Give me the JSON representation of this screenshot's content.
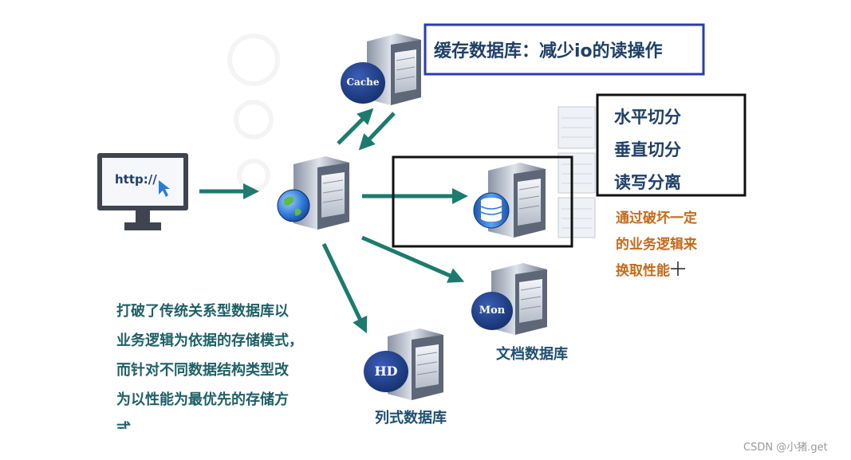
{
  "top_box": {
    "text": "缓存数据库：减少io的读操作",
    "border_color": "#2b3bb0"
  },
  "sharding_box": {
    "items": [
      "水平切分",
      "垂直切分",
      "读写分离"
    ]
  },
  "note_right": {
    "lines": [
      "通过破坏一定",
      "的业务逻辑来",
      "换取性能"
    ]
  },
  "note_left": {
    "lines": [
      "打破了传统关系型数据库以",
      "业务逻辑为依据的存储模式，",
      "而针对不同数据结构类型改",
      "为以性能为最优先的存储方",
      "式"
    ]
  },
  "monitor": {
    "url": "http://"
  },
  "servers": {
    "cache": {
      "badge": "Cache"
    },
    "mongo": {
      "badge": "Mon",
      "caption": "文档数据库"
    },
    "hd": {
      "badge": "HD",
      "caption": "列式数据库"
    }
  },
  "watermark": "CSDN @小猪.get",
  "colors": {
    "arrow": "#1d7a6e",
    "badge": "#1f3f8a"
  }
}
